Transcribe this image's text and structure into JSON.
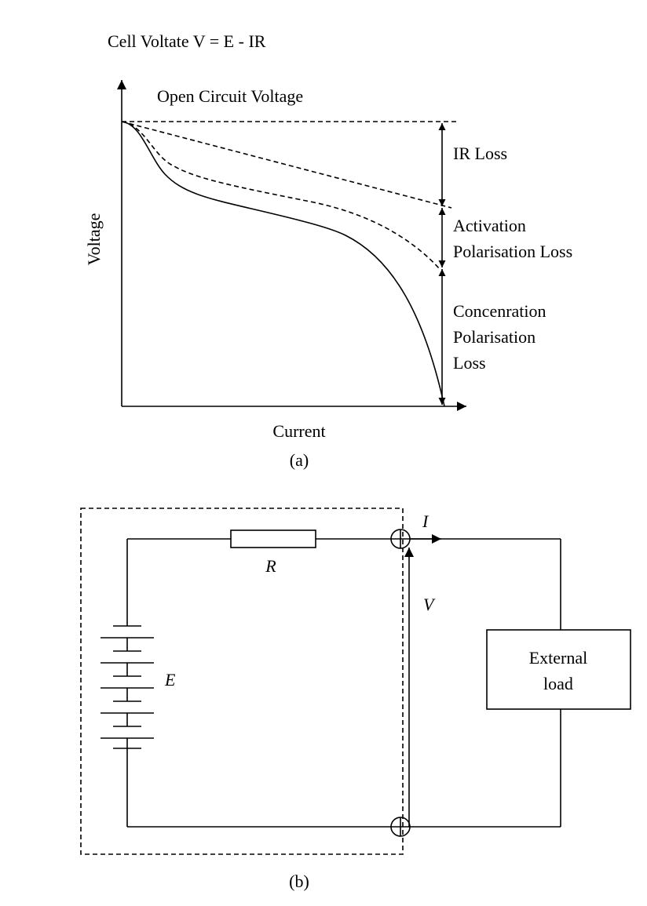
{
  "panel_a": {
    "formula": "Cell Voltate   V = E - IR",
    "ocv_label": "Open Circuit Voltage",
    "y_axis_label": "Voltage",
    "x_axis_label": "Current",
    "caption": "(a)",
    "annotations": {
      "ir_loss": "IR Loss",
      "activation_line1": "Activation",
      "activation_line2": "Polarisation Loss",
      "concentration_line1": "Concenration",
      "concentration_line2": "Polarisation",
      "concentration_line3": "Loss"
    }
  },
  "panel_b": {
    "current_symbol": "I",
    "resistor_symbol": "R",
    "voltage_symbol": "V",
    "emf_symbol": "E",
    "load_line1": "External",
    "load_line2": "load",
    "caption": "(b)"
  }
}
